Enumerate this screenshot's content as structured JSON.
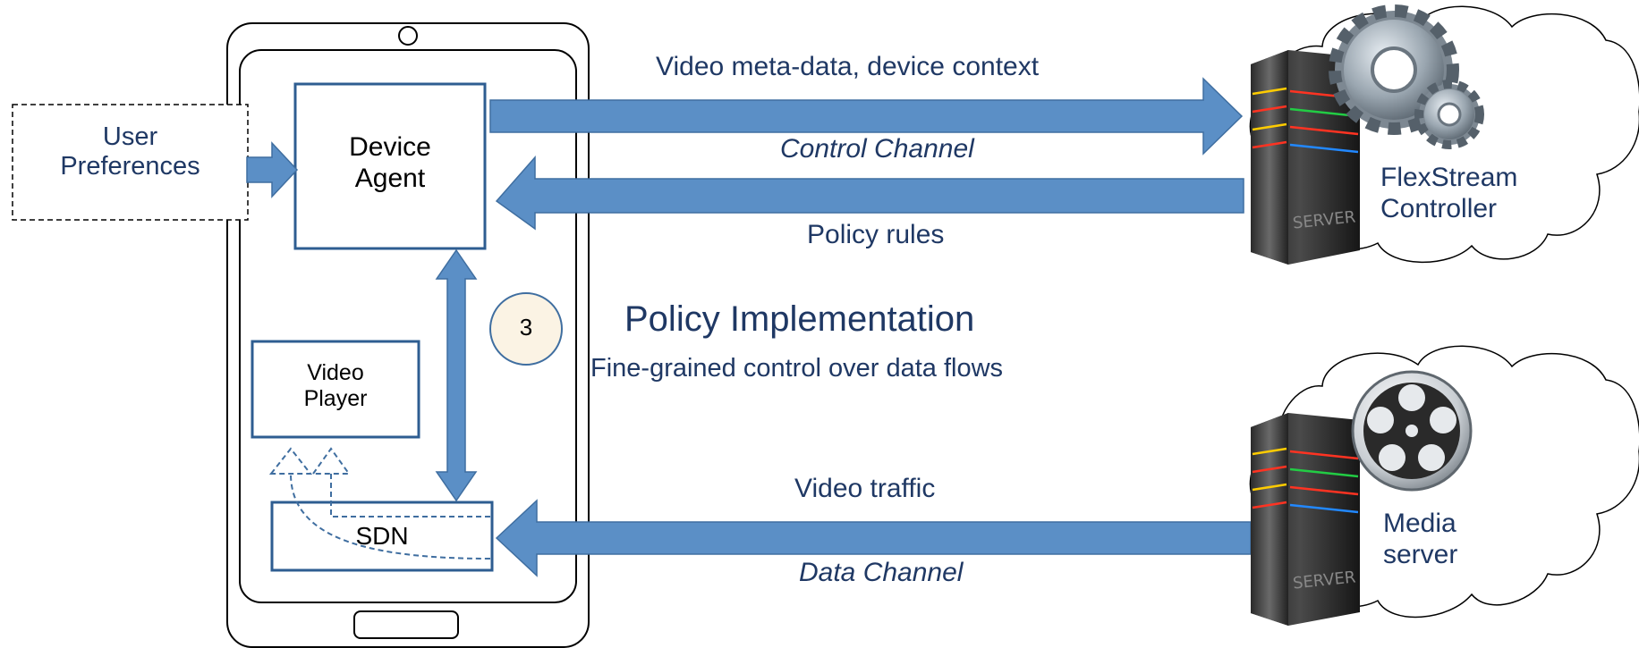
{
  "user_preferences": "User\nPreferences",
  "device_agent": "Device\nAgent",
  "video_player": "Video\nPlayer",
  "sdn": "SDN",
  "step_number": "3",
  "policy_title": "Policy Implementation",
  "policy_subtitle": "Fine-grained control over data flows",
  "control_channel": {
    "up_label": "Video meta-data, device context",
    "channel_label": "Control Channel",
    "down_label": "Policy rules"
  },
  "data_channel": {
    "up_label": "Video traffic",
    "channel_label": "Data Channel"
  },
  "controller_label": "FlexStream\nController",
  "media_label": "Media\nserver",
  "server_text": "SERVER",
  "colors": {
    "arrow_fill": "#5b8fc6",
    "arrow_stroke": "#3f6ea0",
    "box_stroke": "#2e5d91",
    "circle_fill": "#fbf3e4",
    "label_text": "#1f3864"
  }
}
